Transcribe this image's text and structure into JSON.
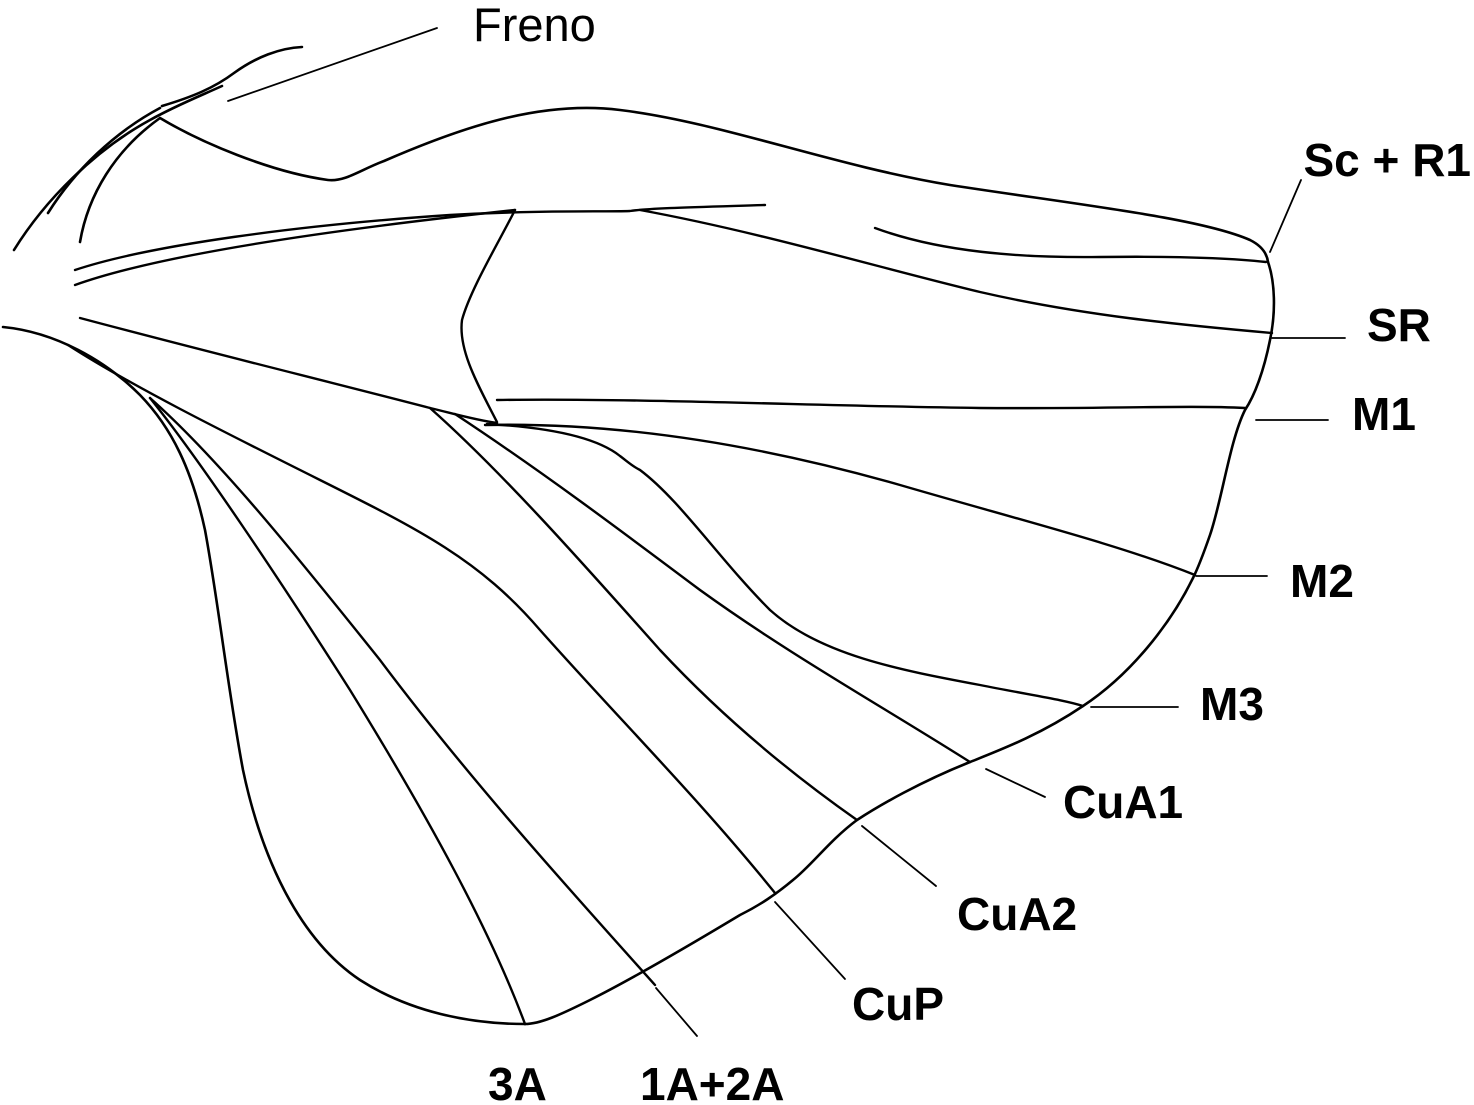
{
  "labels": {
    "freno": "Freno",
    "sc_r1": "Sc + R1",
    "sr": "SR",
    "m1": "M1",
    "m2": "M2",
    "m3": "M3",
    "cua1": "CuA1",
    "cua2": "CuA2",
    "cup": "CuP",
    "a3": "3A",
    "a1_a2": "1A+2A"
  },
  "colors": {
    "line": "#000000",
    "background": "#ffffff"
  }
}
